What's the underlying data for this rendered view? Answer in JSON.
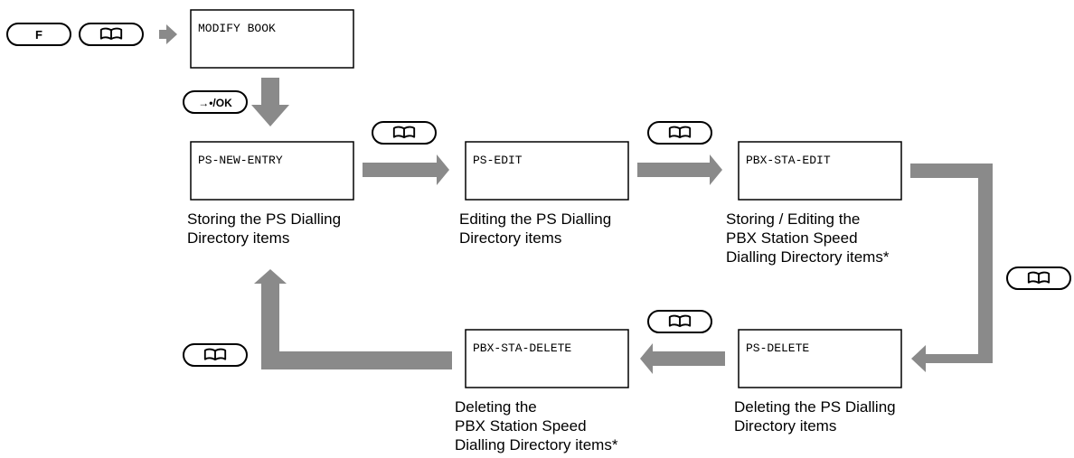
{
  "keys": {
    "function": "F",
    "ok": "→•/OK",
    "phonebook_icon": "book-icon"
  },
  "displays": {
    "modify_book": "MODIFY BOOK",
    "ps_new_entry": "PS-NEW-ENTRY",
    "ps_edit": "PS-EDIT",
    "pbx_sta_edit": "PBX-STA-EDIT",
    "ps_delete": "PS-DELETE",
    "pbx_sta_delete": "PBX-STA-DELETE"
  },
  "captions": {
    "ps_new_entry": [
      "Storing the PS Dialling",
      "Directory items"
    ],
    "ps_edit": [
      "Editing the PS Dialling",
      "Directory items"
    ],
    "pbx_sta_edit": [
      "Storing / Editing the",
      "PBX Station Speed",
      "Dialling Directory items*"
    ],
    "ps_delete": [
      "Deleting the PS Dialling",
      "Directory items"
    ],
    "pbx_sta_delete": [
      "Deleting the",
      "PBX Station Speed",
      "Dialling Directory items*"
    ]
  },
  "colors": {
    "arrow": "#8a8a8a",
    "outline": "#000000"
  }
}
